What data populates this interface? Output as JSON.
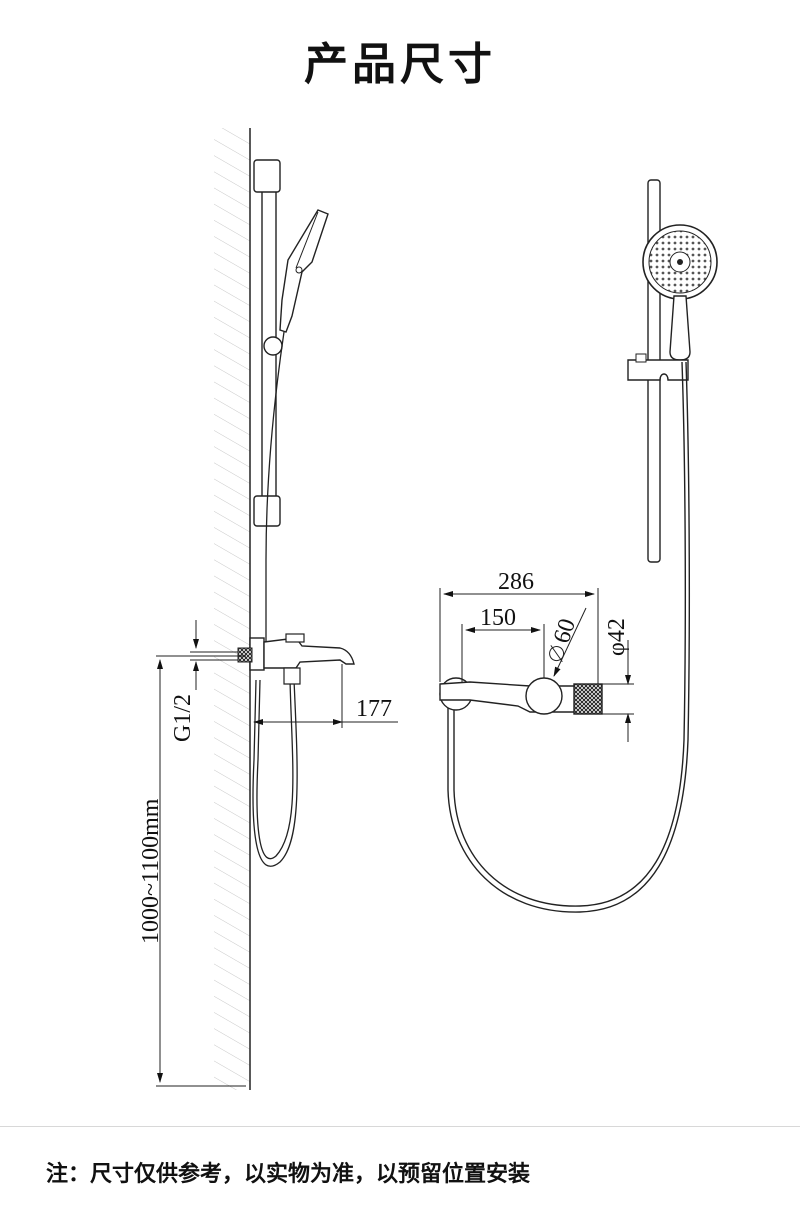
{
  "header": {
    "title": "产品尺寸"
  },
  "dimensions": {
    "side_view": {
      "thread": "G1/2",
      "spout_projection": "177",
      "install_height": "1000~1100mm"
    },
    "front_view": {
      "overall_width": "286",
      "outlet_center": "150",
      "cover_diameter": "60",
      "handle_diameter": "φ42"
    }
  },
  "footer": {
    "note": "注：尺寸仅供参考，以实物为准，以预留位置安装"
  }
}
